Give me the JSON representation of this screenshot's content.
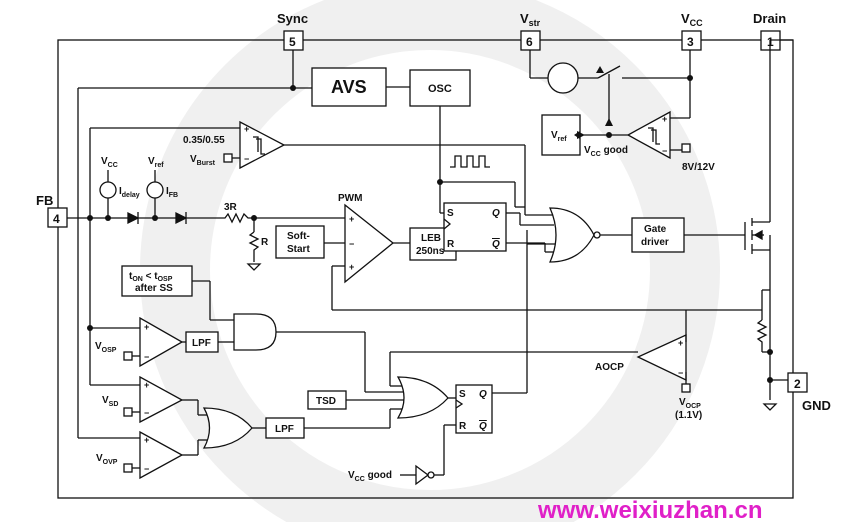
{
  "pins": {
    "sync": {
      "name": "Sync",
      "number": "5"
    },
    "vstr": {
      "name": "V",
      "sub": "str",
      "number": "6"
    },
    "vcc": {
      "name": "V",
      "sub": "CC",
      "number": "3"
    },
    "drain": {
      "name": "Drain",
      "number": "1"
    },
    "fb": {
      "name": "FB",
      "number": "4"
    },
    "gnd": {
      "name": "GND",
      "number": "2"
    }
  },
  "blocks": {
    "avs": "AVS",
    "osc": "OSC",
    "vref": {
      "main": "V",
      "sub": "ref"
    },
    "soft_start": [
      "Soft-",
      "Start"
    ],
    "leb": [
      "LEB",
      "250ns"
    ],
    "gate_driver": [
      "Gate",
      "driver"
    ],
    "lpf_top": "LPF",
    "lpf_bottom": "LPF",
    "tsd": "TSD",
    "ton_box": {
      "line1_pre": "t",
      "line1_sub1": "ON",
      "line1_mid": " < t",
      "line1_sub2": "OSP",
      "line2": "after SS"
    }
  },
  "flipflops": {
    "pwm_latch": {
      "s": "S",
      "q": "Q",
      "r": "R",
      "qbar": "Q"
    },
    "prot_latch": {
      "s": "S",
      "q": "Q",
      "r": "R",
      "qbar": "Q"
    }
  },
  "labels": {
    "burst_thresh": "0.35/0.55",
    "vburst": {
      "main": "V",
      "sub": "Burst"
    },
    "vcc_good_upper": {
      "main": "V",
      "sub": "CC",
      "tail": " good"
    },
    "vcc_good_lower": {
      "main": "V",
      "sub": "CC",
      "tail": " good"
    },
    "uvlo": "8V/12V",
    "vcc_src": {
      "main": "V",
      "sub": "CC"
    },
    "vref_src": {
      "main": "V",
      "sub": "ref"
    },
    "idelay": {
      "main": "I",
      "sub": "delay"
    },
    "ifb": {
      "main": "I",
      "sub": "FB"
    },
    "r3": "3R",
    "r": "R",
    "pwm": "PWM",
    "aocp": "AOCP",
    "vocp": {
      "main": "V",
      "sub": "OCP",
      "value": "(1.1V)"
    },
    "vosp": {
      "main": "V",
      "sub": "OSP"
    },
    "vsd": {
      "main": "V",
      "sub": "SD"
    },
    "vovp": {
      "main": "V",
      "sub": "OVP"
    },
    "plus": "+",
    "minus": "−"
  },
  "watermark": "www.weixiuzhan.cn",
  "colors": {
    "watermark": "#e020c8",
    "line": "#111111"
  }
}
